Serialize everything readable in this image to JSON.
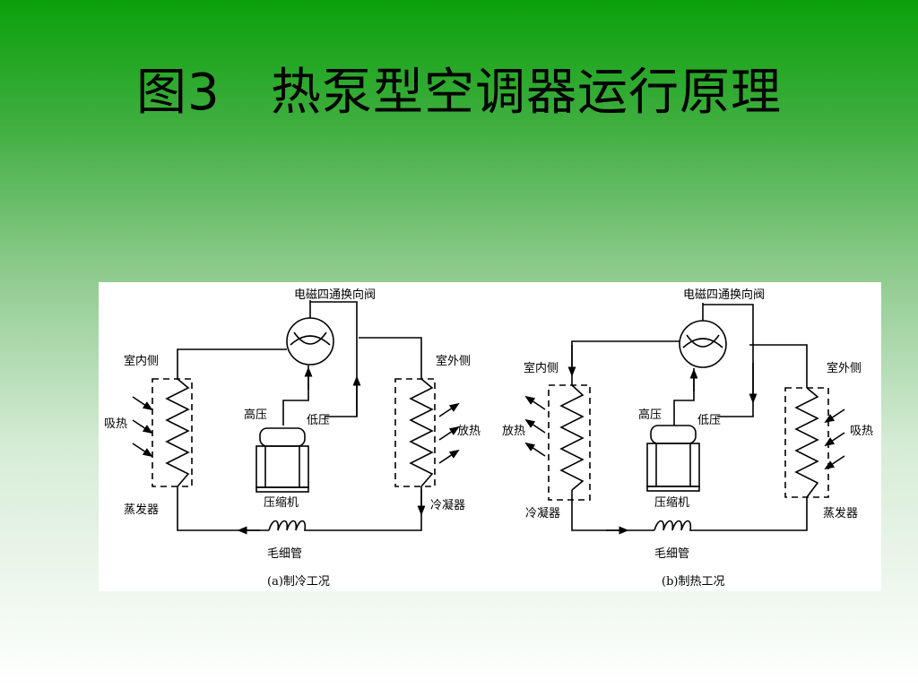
{
  "title": "图3   热泵型空调器运行原理",
  "diagram_a": {
    "valve_label": "电磁四通换向阀",
    "indoor_label": "室内侧",
    "outdoor_label": "室外侧",
    "left_heat_label": "吸热",
    "right_heat_label": "放热",
    "left_coil_label": "蒸发器",
    "right_coil_label": "冷凝器",
    "high_pressure_label": "高压",
    "low_pressure_label": "低压",
    "compressor_label": "压缩机",
    "capillary_label": "毛细管",
    "caption": "(a)制冷工况"
  },
  "diagram_b": {
    "valve_label": "电磁四通换向阀",
    "indoor_label": "室内侧",
    "outdoor_label": "室外侧",
    "left_heat_label": "放热",
    "right_heat_label": "吸热",
    "left_coil_label": "冷凝器",
    "right_coil_label": "蒸发器",
    "high_pressure_label": "高压",
    "low_pressure_label": "低压",
    "compressor_label": "压缩机",
    "capillary_label": "毛细管",
    "caption": "(b)制热工况"
  }
}
